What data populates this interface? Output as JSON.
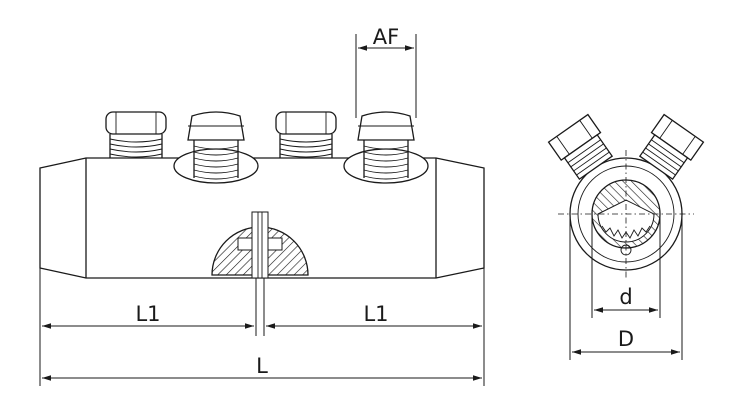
{
  "labels": {
    "af": "AF",
    "l1_left": "L1",
    "l1_right": "L1",
    "l": "L",
    "d_small": "d",
    "d_large": "D"
  }
}
